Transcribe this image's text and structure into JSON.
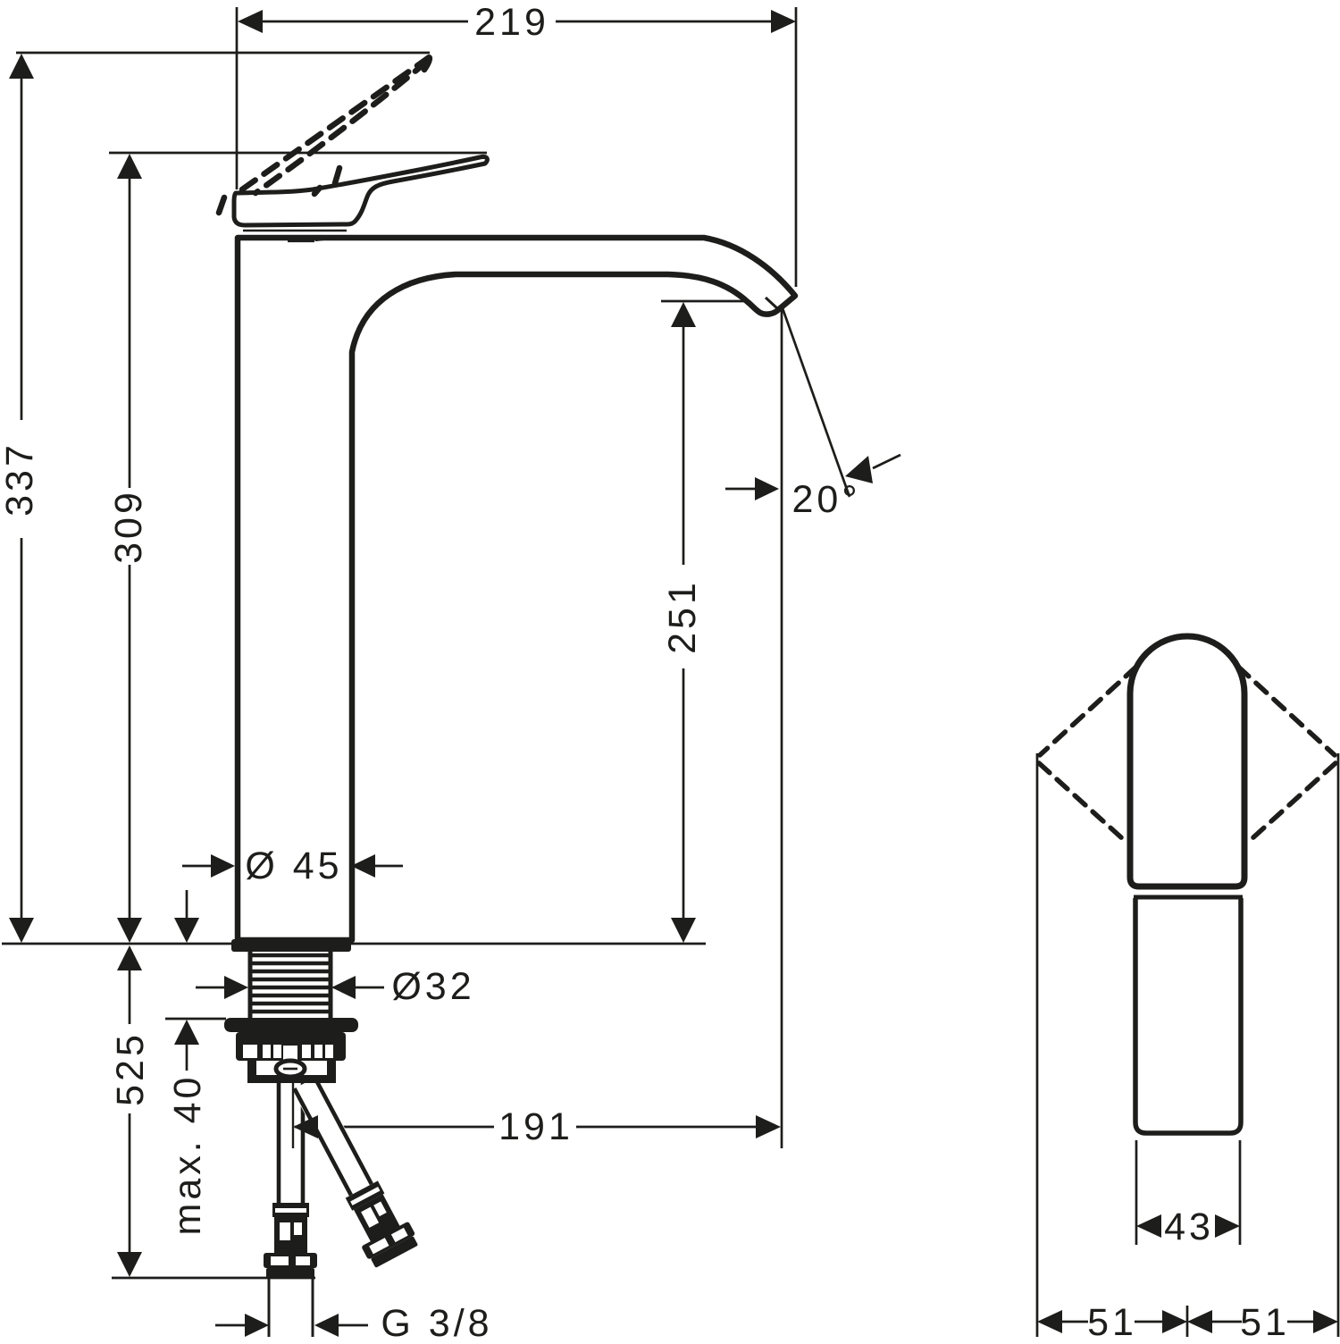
{
  "page": {
    "background": "#ffffff",
    "ink_color": "#1d1d1b",
    "content_type": "technical dimension drawing of a tall single-lever basin mixer faucet"
  },
  "side_view": {
    "dimensions": {
      "spout_reach_top": "219",
      "height_handle_raised": "337",
      "height_handle_closed": "309",
      "spout_outlet_height": "251",
      "spout_angle": "20°",
      "body_diameter": "Ø 45",
      "shank_diameter": "Ø32",
      "hose_length": "525",
      "max_deck_thickness": "max. 40",
      "spout_projection": "191",
      "supply_thread": "G 3/8"
    }
  },
  "front_view": {
    "dimensions": {
      "body_width": "43",
      "handle_swing_left": "51",
      "handle_swing_right": "51"
    }
  }
}
